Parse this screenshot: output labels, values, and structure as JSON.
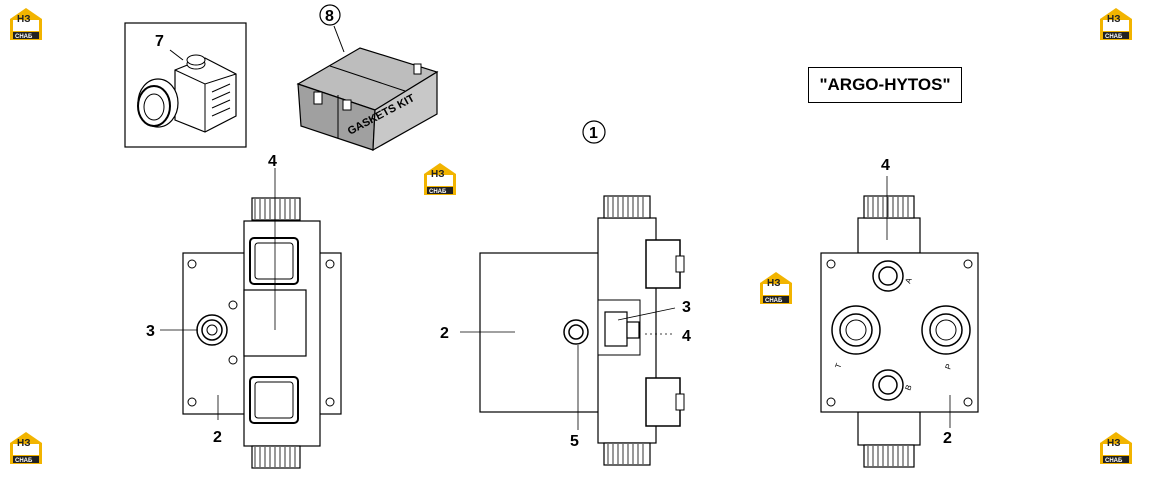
{
  "brand_label": "\"ARGO-HYTOS\"",
  "kit_text": "GASKETS KIT",
  "watermark": {
    "logo_top": "НЗ",
    "logo_bottom": "СНАБ",
    "color": "#f2b400"
  },
  "callouts": {
    "connector_7": "7",
    "kit_8": "8",
    "assembly_1": "1",
    "front_4": "4",
    "front_3": "3",
    "front_2": "2",
    "side_2": "2",
    "side_3": "3",
    "side_4": "4",
    "side_5": "5",
    "rear_4": "4",
    "rear_2": "2"
  },
  "port_labels": {
    "a": "A",
    "b": "B",
    "p": "P",
    "t": "T"
  }
}
